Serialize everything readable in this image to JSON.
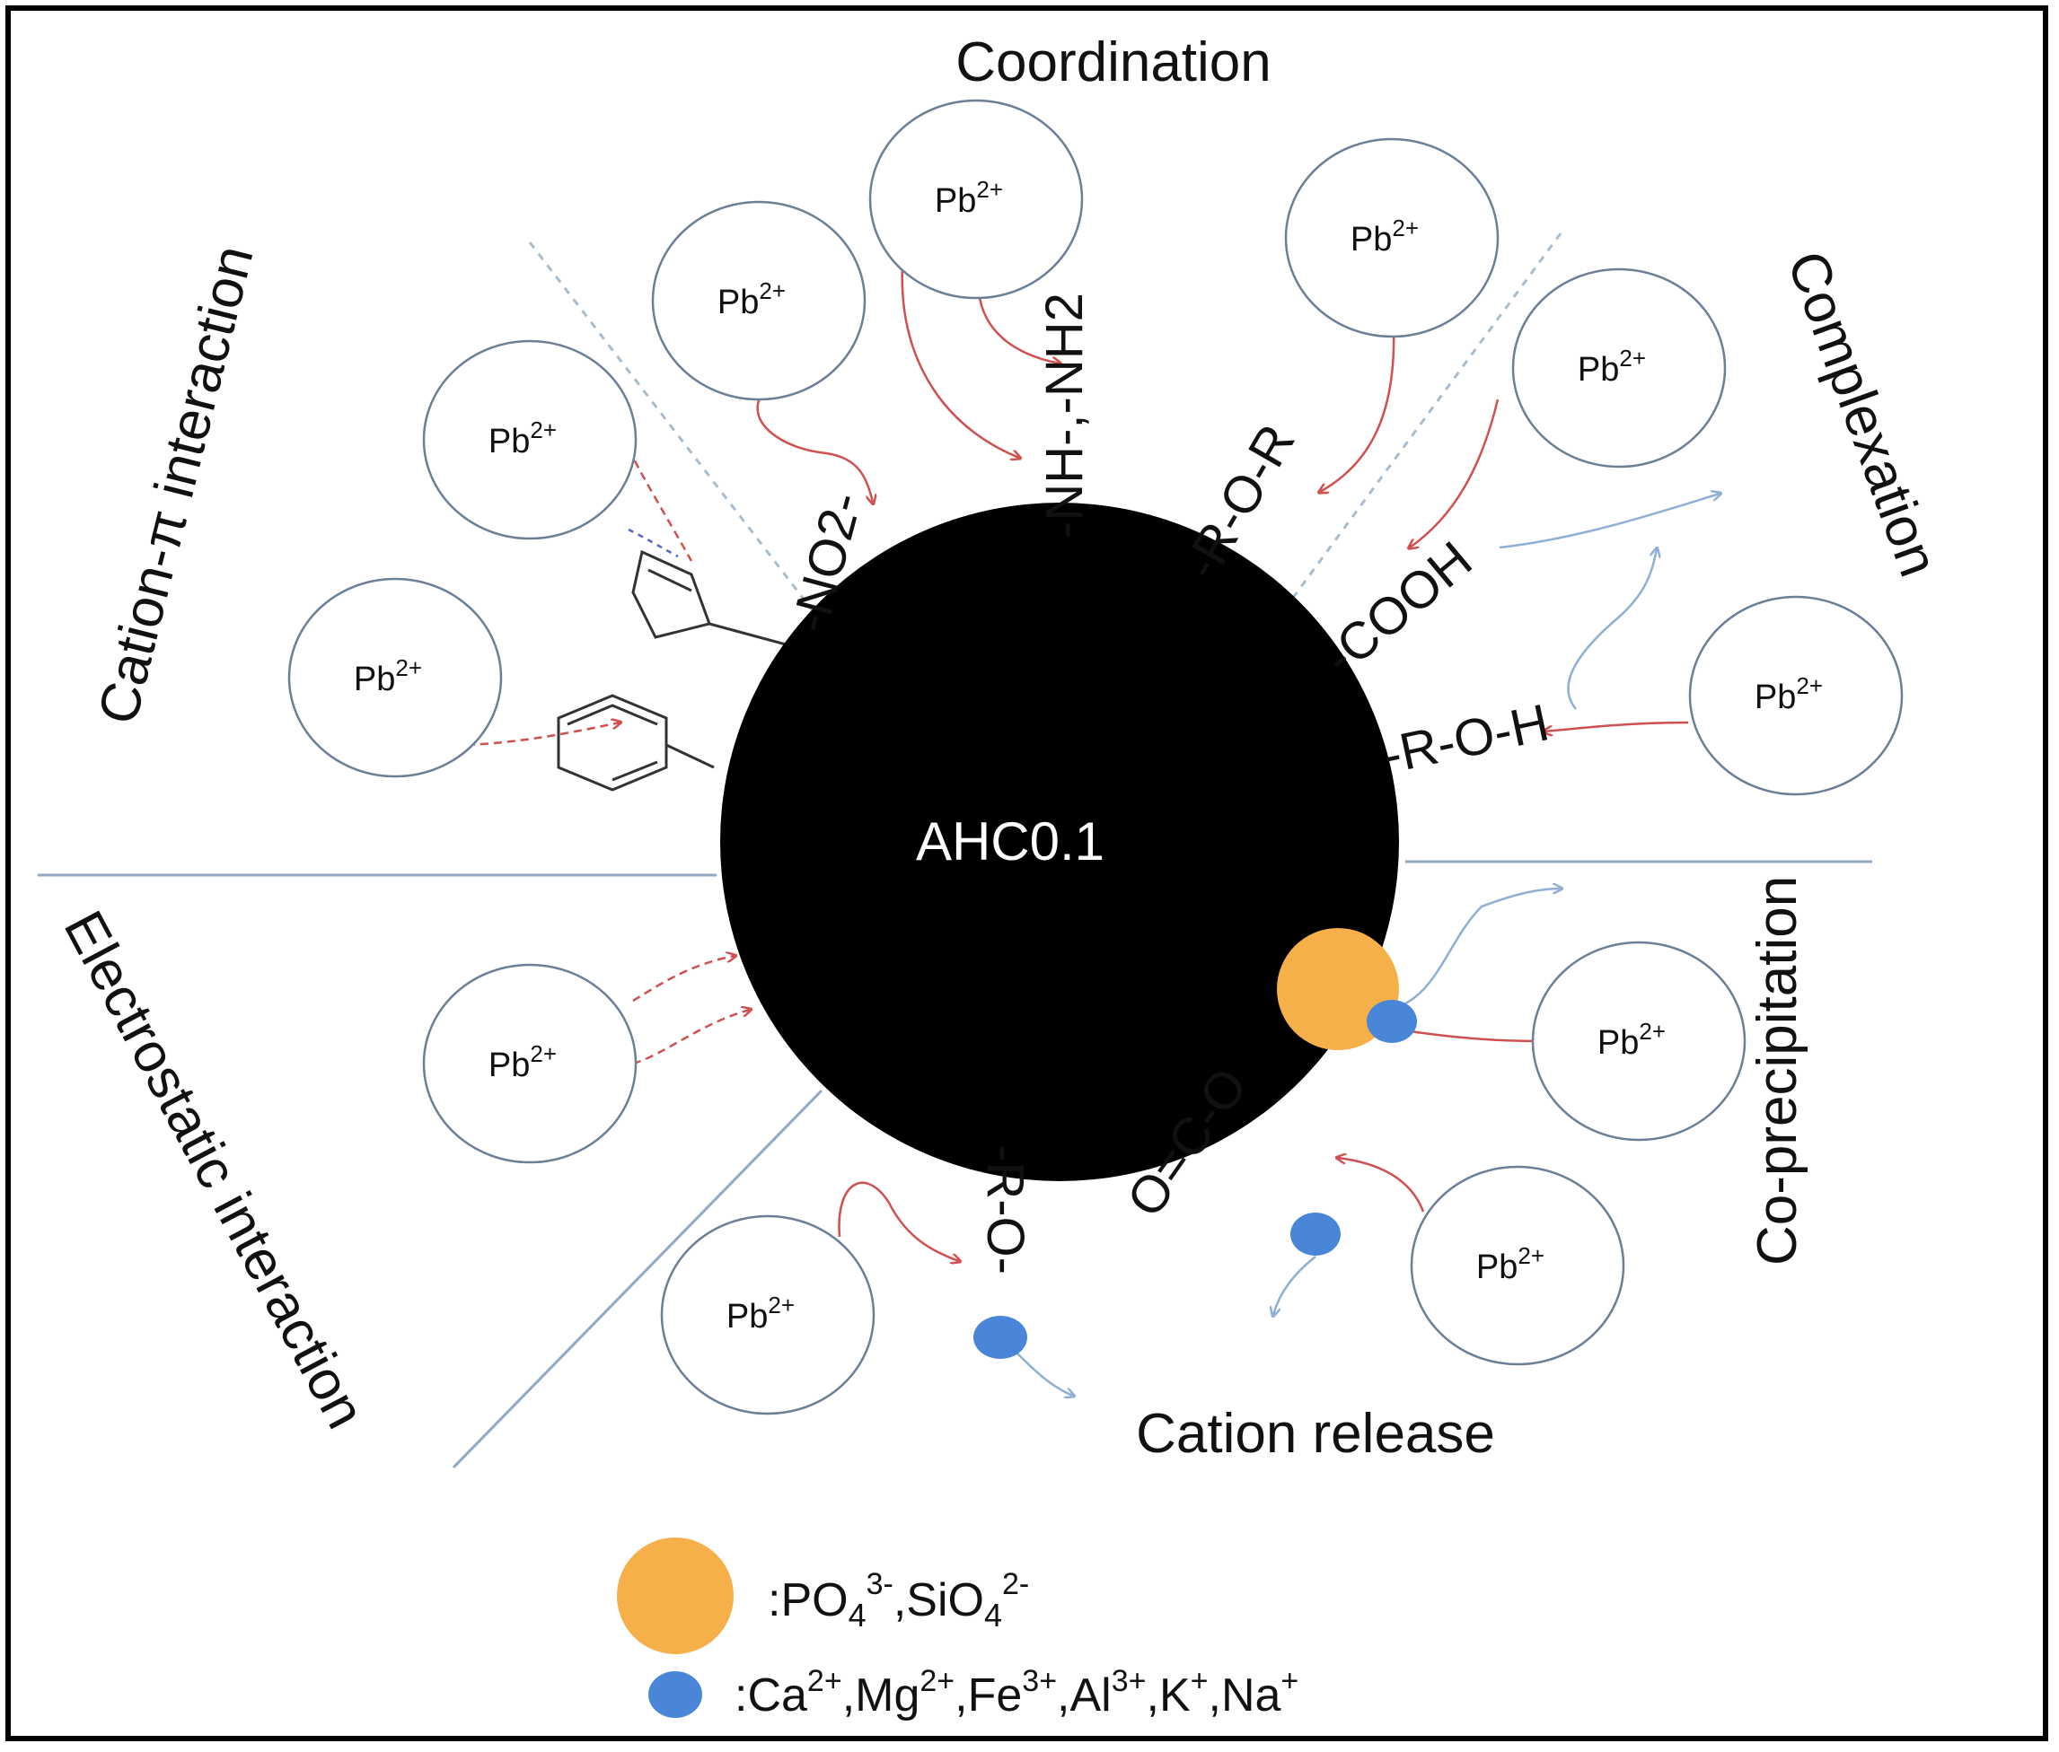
{
  "core_label": "AHC0.1",
  "ion_base": "Pb",
  "ion_charge": "2+",
  "mechanisms": {
    "coordination": "Coordination",
    "complexation": "Complexation",
    "cation_pi": "Cation-π interaction",
    "electrostatic": "Electrostatic interaction",
    "coprecipitation": "Co-precipitation",
    "cation_release": "Cation release"
  },
  "groups": {
    "no2": "-NO2-",
    "nh": "-NH-,-NH2",
    "ror": "-R-O-R",
    "cooh": "-COOH",
    "roh": "-R-O-H",
    "ro": "-R-O-",
    "co": "O=C-O"
  },
  "legend": {
    "anions": ":PO43-,SiO42-",
    "cations": ":Ca2+,Mg2+,Fe3+,Al3+,K+,Na+"
  },
  "colors": {
    "core": "#000000",
    "anion": "#f6b04a",
    "cation": "#4a86d8",
    "arrow_red": "#d0504f",
    "arrow_blue": "#8fb0d4",
    "divider": "#8fa9c6"
  }
}
